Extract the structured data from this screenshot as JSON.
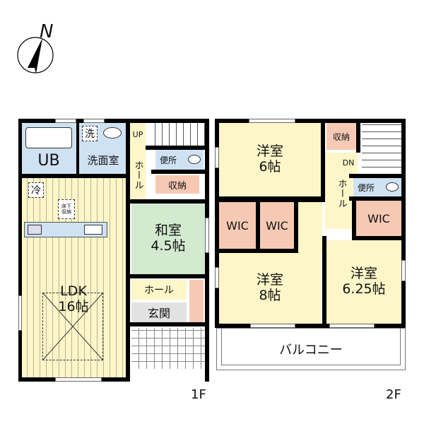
{
  "compass": {
    "label": "N",
    "icon": "north-arrow-icon"
  },
  "floors": {
    "first": {
      "label": "1F",
      "rooms": {
        "ub": "UB",
        "washroom": "洗面室",
        "washer_mark": "洗",
        "fridge_mark": "冷",
        "underfloor_storage": "床下\n収納",
        "ldk_name": "LDK",
        "ldk_size": "16帖",
        "japanese_name": "和室",
        "japanese_size": "4.5帖",
        "hall_vertical": "ホール",
        "stairs_up": "UP",
        "toilet": "便所",
        "storage": "収納",
        "hall_entry": "ホール",
        "entrance": "玄関"
      }
    },
    "second": {
      "label": "2F",
      "rooms": {
        "western_6_name": "洋室",
        "western_6_size": "6帖",
        "storage": "収納",
        "stairs_down": "DN",
        "hall_vertical": "ホール",
        "toilet": "便所",
        "wic_1": "WIC",
        "wic_2": "WIC",
        "wic_3": "WIC",
        "western_8_name": "洋室",
        "western_8_size": "8帖",
        "western_625_name": "洋室",
        "western_625_size": "6.25帖",
        "balcony": "バルコニー"
      }
    }
  },
  "colors": {
    "wet_area": "#cfe2f3",
    "living": "#fdf6c8",
    "tatami": "#d3ead0",
    "storage": "#f6c9b4",
    "entrance": "#e2e2e2",
    "wall": "#000000"
  }
}
